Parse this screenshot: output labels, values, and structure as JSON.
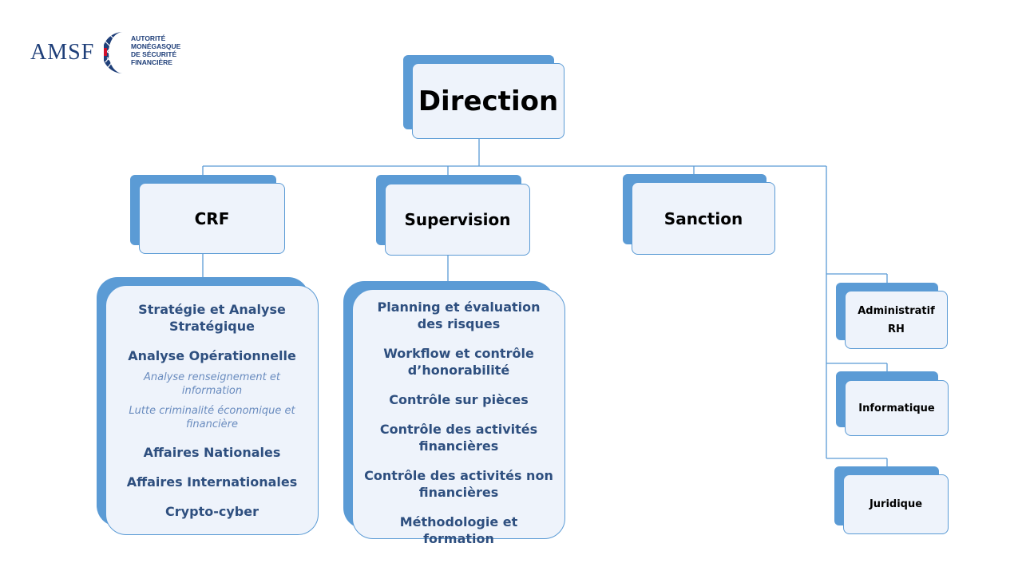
{
  "logo": {
    "brand": "AMSF",
    "subtitle_lines": [
      "AUTORITÉ",
      "MONÉGASQUE",
      "DE SÉCURITÉ",
      "FINANCIÈRE"
    ]
  },
  "colors": {
    "accent": "#5b9bd5",
    "box_fill": "#eef3fb",
    "list_text": "#2e4f7f",
    "sub_text": "#6a8cbf",
    "brand_navy": "#1f3f79"
  },
  "org": {
    "direction": "Direction",
    "crf": "CRF",
    "supervision": "Supervision",
    "sanction": "Sanction",
    "admin_line1": "Administratif",
    "admin_line2": "RH",
    "informatique": "Informatique",
    "juridique": "Juridique"
  },
  "crf_list": {
    "item1": "Stratégie et Analyse Stratégique",
    "item2": "Analyse Opérationnelle",
    "sub1": "Analyse renseignement et information",
    "sub2": "Lutte criminalité économique et financière",
    "item3": "Affaires Nationales",
    "item4": "Affaires Internationales",
    "item5": "Crypto-cyber"
  },
  "supervision_list": {
    "item1": "Planning et évaluation des risques",
    "item2": "Workflow et contrôle d’honorabilité",
    "item3": "Contrôle sur pièces",
    "item4": "Contrôle des activités financières",
    "item5": "Contrôle des activités non financières",
    "item6": "Méthodologie et formation"
  }
}
